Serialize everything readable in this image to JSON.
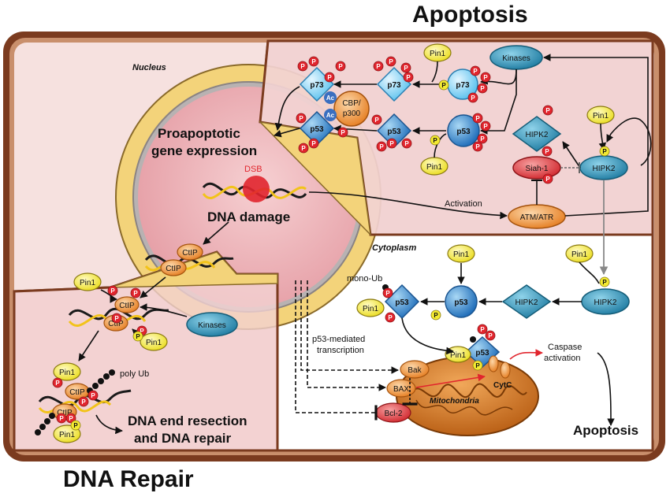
{
  "titles": {
    "apoptosis_top": "Apoptosis",
    "dna_repair": "DNA Repair",
    "apoptosis_bottom": "Apoptosis"
  },
  "regions": {
    "nucleus": "Nucleus",
    "cytoplasm": "Cytoplasm"
  },
  "labels": {
    "proapoptotic_1": "Proapoptotic",
    "proapoptotic_2": "gene expression",
    "dsb": "DSB",
    "dna_damage": "DNA damage",
    "activation": "Activation",
    "mono_ub": "mono-Ub",
    "poly_ub": "poly Ub",
    "p53_mediated_1": "p53-mediated",
    "p53_mediated_2": "transcription",
    "caspase_1": "Caspase",
    "caspase_2": "activation",
    "mitochondria": "Mitochondria",
    "cytc": "CytC",
    "resection_1": "DNA end resection",
    "resection_2": "and DNA repair"
  },
  "nodes": {
    "pin1": "Pin1",
    "p73": "p73",
    "p53": "p53",
    "kinases": "Kinases",
    "hipk2": "HIPK2",
    "cbp_1": "CBP/",
    "cbp_2": "p300",
    "siah1": "Siah-1",
    "atm_atr": "ATM/ATR",
    "ctip": "CtIP",
    "bak": "Bak",
    "bax": "BAX",
    "bcl2": "Bcl-2",
    "phospho": "P",
    "acetyl": "Ac"
  },
  "colors": {
    "membrane_brown": "#7b3b1f",
    "cell_fill": "#f6e1df",
    "nucleus_fill": "#e7a6ad",
    "envelope": "#f3d37a",
    "kinase_teal": "#2f8fb1",
    "p53_blue": "#2f79c5",
    "pin1_yellow": "#f3ea32",
    "phospho_red": "#e1252d",
    "ctip_orange": "#f08a2c",
    "mito_orange": "#cd6f1a"
  }
}
